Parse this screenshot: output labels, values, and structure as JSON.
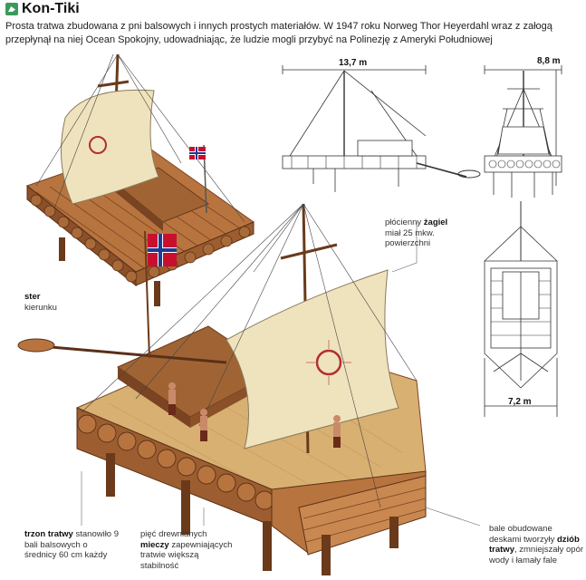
{
  "header": {
    "title": "Kon-Tiki",
    "intro": "Prosta tratwa zbudowana z pni balsowych i innych prostych materiałów. W  1947 roku Norweg Thor Heyerdahl wraz z załogą przepłynął na niej Ocean Spokojny, udowadniając, że ludzie mogli przybyć na Polinezję z Ameryki Południowej"
  },
  "dimensions": {
    "length": "13,7 m",
    "height": "8,8 m",
    "width": "7,2 m"
  },
  "labels": {
    "sail_pre": "płócienny ",
    "sail_bold": "żagiel",
    "sail_post": "miał 25 mkw. powierzchni",
    "rudder_bold": "ster",
    "rudder_post": "kierunku",
    "hull_bold": "trzon tratwy",
    "hull_post": " stanowiło 9 bali balsowych o średnicy 60 cm każdy",
    "keel_pre": "pięć drewnianych ",
    "keel_bold": "mieczy",
    "keel_post": " zapewniających tratwie większą stabilność",
    "bow_pre": "bale obudowane deskami tworzyły ",
    "bow_bold": "dziób tratwy",
    "bow_post": ", zmniejszały opór wody i łamały fale"
  },
  "colors": {
    "wood": "#b8743f",
    "wood_dark": "#7a4422",
    "sail": "#efe3bd",
    "flag_red": "#c8102e",
    "flag_blue": "#1f3a93",
    "accent": "#3a9a5b"
  }
}
